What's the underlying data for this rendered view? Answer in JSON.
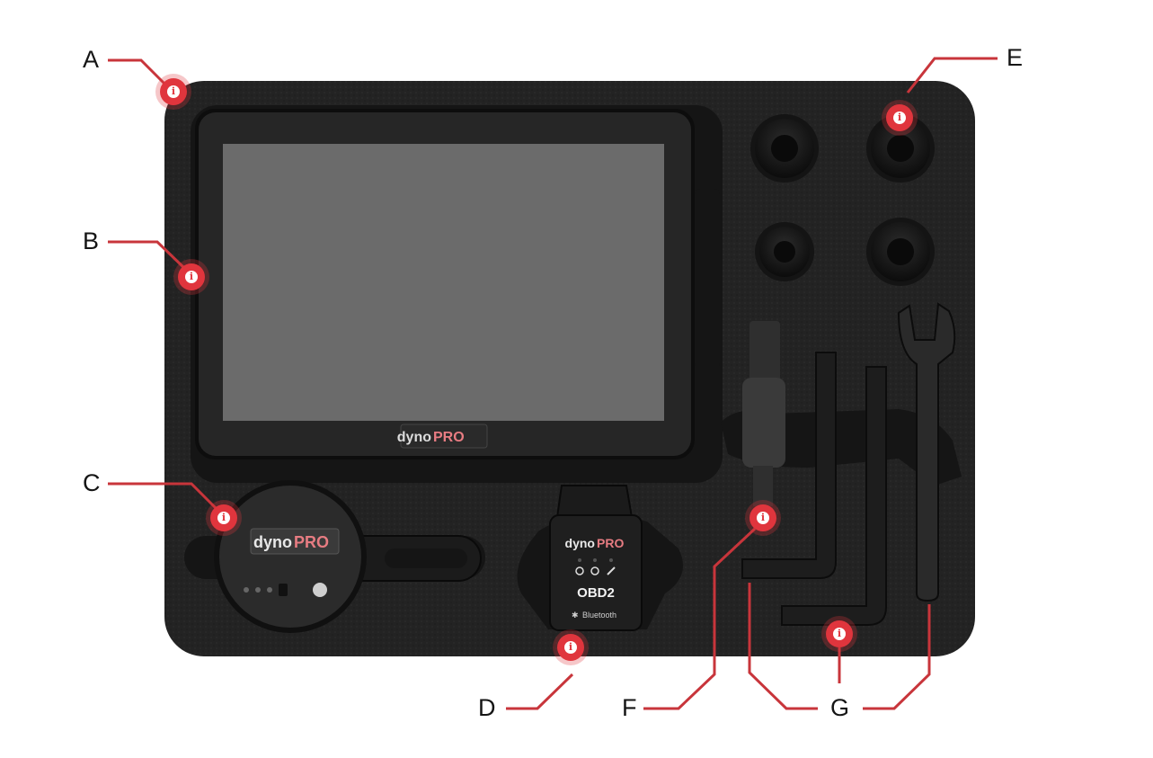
{
  "colors": {
    "accent": "#e0353d",
    "foam": "#222222",
    "leader": "#c8353b"
  },
  "labels": [
    {
      "id": "A",
      "text": "A"
    },
    {
      "id": "B",
      "text": "B"
    },
    {
      "id": "C",
      "text": "C"
    },
    {
      "id": "D",
      "text": "D"
    },
    {
      "id": "E",
      "text": "E"
    },
    {
      "id": "F",
      "text": "F"
    },
    {
      "id": "G",
      "text": "G"
    }
  ],
  "hotspot_icon": "info-icon",
  "hotspot_glyph": "i",
  "brand": {
    "dyno": "dyno",
    "pro": "PRO"
  },
  "obd": {
    "label": "OBD2",
    "bluetooth": "Bluetooth"
  }
}
